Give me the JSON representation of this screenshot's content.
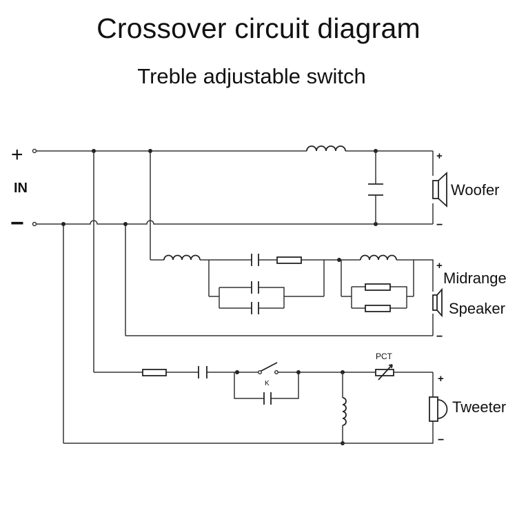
{
  "title": "Crossover circuit diagram",
  "subtitle": "Treble adjustable switch",
  "input": {
    "plus": "+",
    "label": "IN",
    "minus": "−"
  },
  "woofer": {
    "label": "Woofer",
    "plus": "+",
    "minus": "−"
  },
  "midrange": {
    "label_line1": "Midrange",
    "label_line2": "Speaker",
    "plus": "+",
    "minus": "−"
  },
  "tweeter": {
    "label": "Tweeter",
    "plus": "+",
    "minus": "−"
  },
  "switch_label": "K",
  "pct_label": "PCT",
  "colors": {
    "line": "#333333",
    "text": "#111111",
    "background": "#ffffff"
  }
}
